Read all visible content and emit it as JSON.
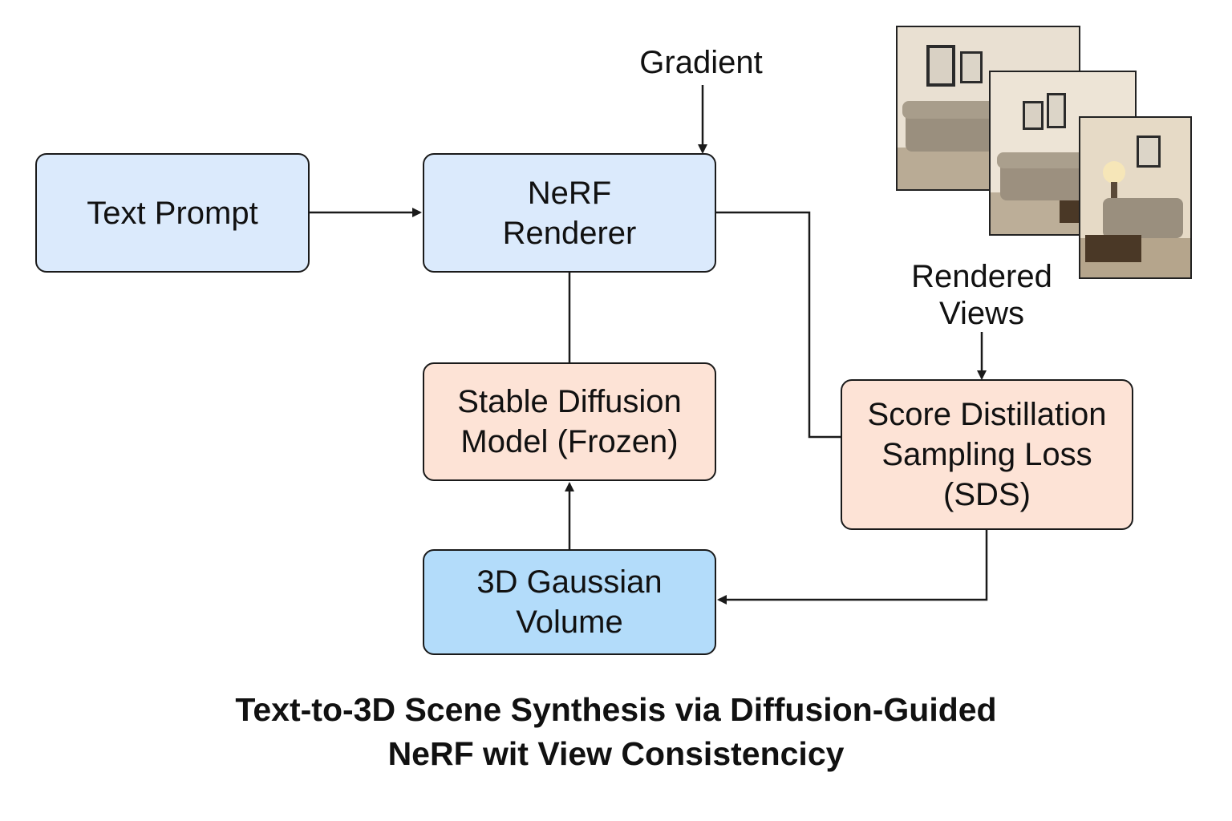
{
  "nodes": {
    "text_prompt": "Text Prompt",
    "nerf_renderer": [
      "NeRF",
      "Renderer"
    ],
    "stable_diffusion": [
      "Stable Diffusion",
      "Model (Frozen)"
    ],
    "gaussian_volume": [
      "3D Gaussian",
      "Volume"
    ],
    "sds_loss": [
      "Score Distillation",
      "Sampling Loss",
      "(SDS)"
    ]
  },
  "labels": {
    "gradient": "Gradient",
    "rendered_views": [
      "Rendered",
      "Views"
    ]
  },
  "caption": [
    "Text-to-3D Scene Synthesis via Diffusion-Guided",
    "NeRF wit View Consistencicy"
  ],
  "colors": {
    "blue_box": "#dbeafc",
    "peach_box": "#fde3d6",
    "volume_box": "#b3dcfa",
    "stroke": "#1a1a1a"
  },
  "images": [
    "living-room-render-view-1",
    "living-room-render-view-2",
    "living-room-render-view-3"
  ]
}
